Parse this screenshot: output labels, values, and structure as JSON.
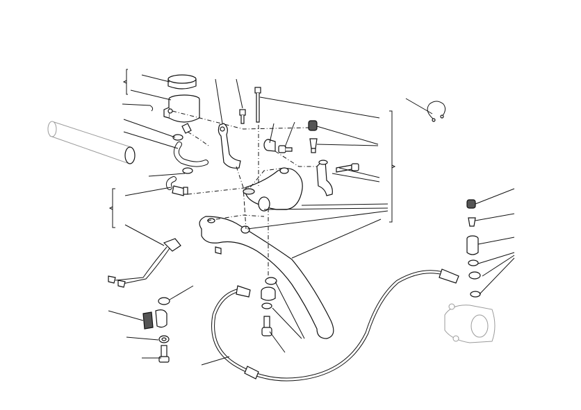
{
  "diagram": {
    "callout_groups": [
      "left-upper-bracket",
      "left-lower-bracket",
      "right-main-bracket"
    ]
  }
}
